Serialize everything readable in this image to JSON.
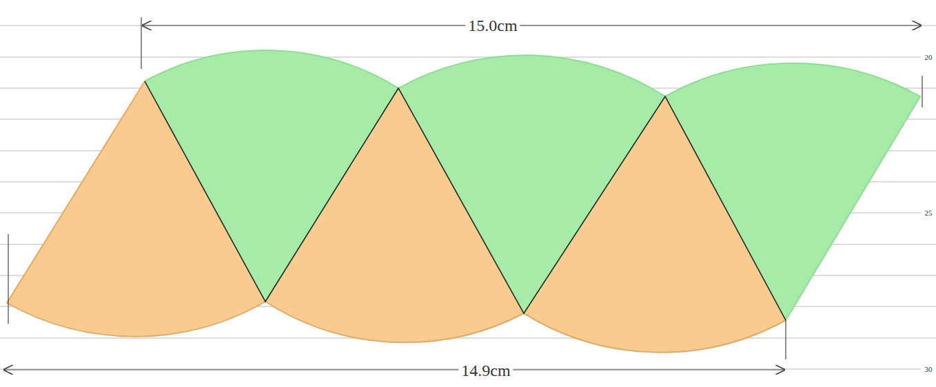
{
  "diagram": {
    "labels": [
      "15.0cm",
      "20",
      "25",
      "30",
      "14.9cm"
    ]
  }
}
